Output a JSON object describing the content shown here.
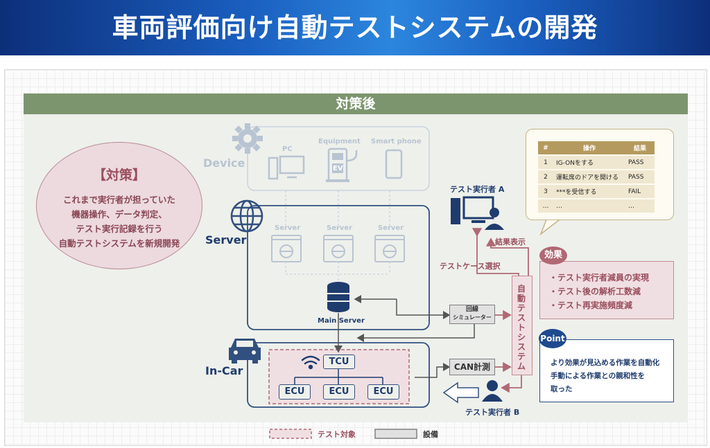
{
  "header": {
    "title": "車両評価向け自動テストシステムの開発"
  },
  "section": {
    "title": "対策後"
  },
  "measure": {
    "title": "【対策】",
    "lines": [
      "これまで実行者が担っていた",
      "機器操作、データ判定、",
      "テスト実行記録を行う",
      "自動テストシステムを新規開発"
    ]
  },
  "device": {
    "label": "Device",
    "pc": "PC",
    "equipment": "Equipment",
    "ev": "EV",
    "smartphone": "Smart phone"
  },
  "server": {
    "label": "Server",
    "server1": "Server",
    "server2": "Server",
    "server3": "Server",
    "main": "Main Server"
  },
  "incar": {
    "label": "In-Car",
    "tcu": "TCU",
    "ecu1": "ECU",
    "ecu2": "ECU",
    "ecu3": "ECU"
  },
  "equipment_boxes": {
    "line_sim_1": "回線",
    "line_sim_2": "シミュレーター",
    "can": "CAN計測"
  },
  "testers": {
    "a": "テスト実行者 A",
    "b": "テスト実行者 B"
  },
  "flows": {
    "result_display": "結果表示",
    "test_case_select": "テストケース選択"
  },
  "auto_system": {
    "label": "自動テストシステム"
  },
  "results_table": {
    "headers": [
      "#",
      "操作",
      "結果"
    ],
    "rows": [
      [
        "1",
        "IG-ONをする",
        "PASS"
      ],
      [
        "2",
        "運転席のドアを開ける",
        "PASS"
      ],
      [
        "3",
        "***を受信する",
        "FAIL"
      ],
      [
        "…",
        "…",
        "…"
      ]
    ]
  },
  "effect": {
    "title": "効果",
    "items": [
      "・テスト実行者減員の実現",
      "・テスト後の解析工数減",
      "・テスト再実施頻度減"
    ]
  },
  "point": {
    "title": "Point",
    "lines": [
      "より効果が見込める作業を自動化",
      "手動による作業との親和性を",
      "取った"
    ]
  },
  "legend": {
    "test_target": "テスト対象",
    "equipment": "設備"
  },
  "colors": {
    "navy": "#1f3c6e",
    "pink": "#9a4e5d",
    "green": "#7d956e",
    "gold": "#b59a5f",
    "faded": "#b8c4d2"
  }
}
